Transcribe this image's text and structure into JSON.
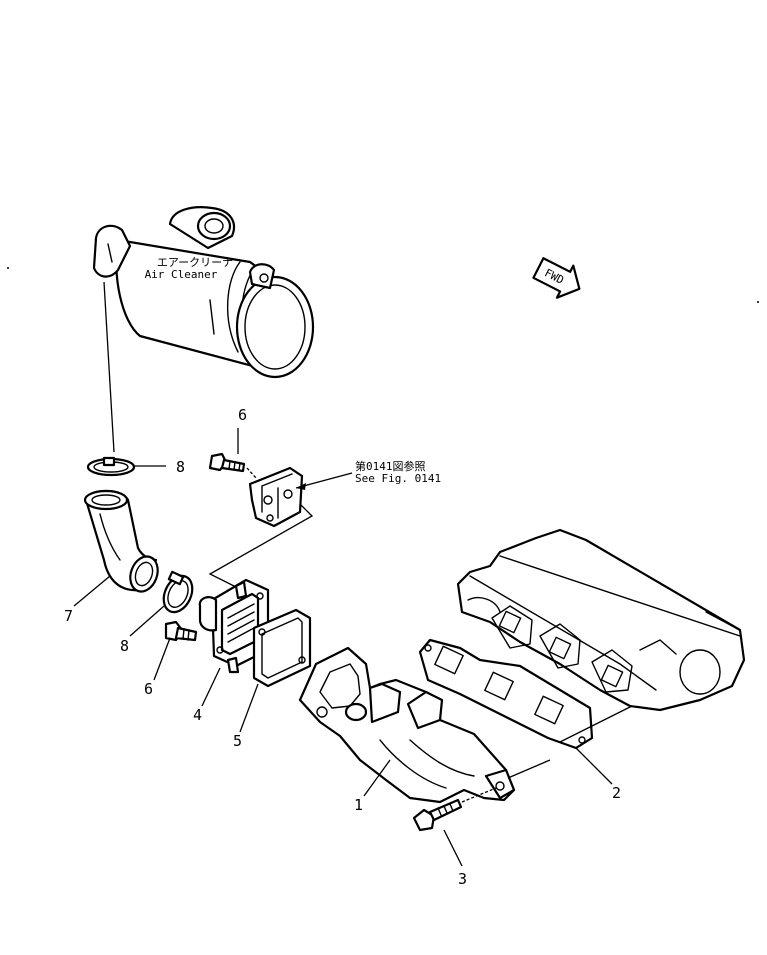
{
  "labels": {
    "air_cleaner_jp": "エアークリーナ",
    "air_cleaner_en": "Air  Cleaner",
    "see_fig_jp": "第0141図参照",
    "see_fig_en": "See Fig. 0141",
    "fwd": "FWD"
  },
  "callouts": [
    {
      "id": "1",
      "part": "exhaust-manifold"
    },
    {
      "id": "2",
      "part": "manifold-gasket"
    },
    {
      "id": "3",
      "part": "manifold-bolt"
    },
    {
      "id": "4",
      "part": "intake-connector"
    },
    {
      "id": "5",
      "part": "connector-gasket"
    },
    {
      "id": "6",
      "part": "connector-bolt"
    },
    {
      "id": "6",
      "part": "bracket-bolt"
    },
    {
      "id": "7",
      "part": "elbow-hose"
    },
    {
      "id": "8",
      "part": "lower-hose-clamp"
    },
    {
      "id": "8",
      "part": "upper-hose-clamp"
    }
  ]
}
